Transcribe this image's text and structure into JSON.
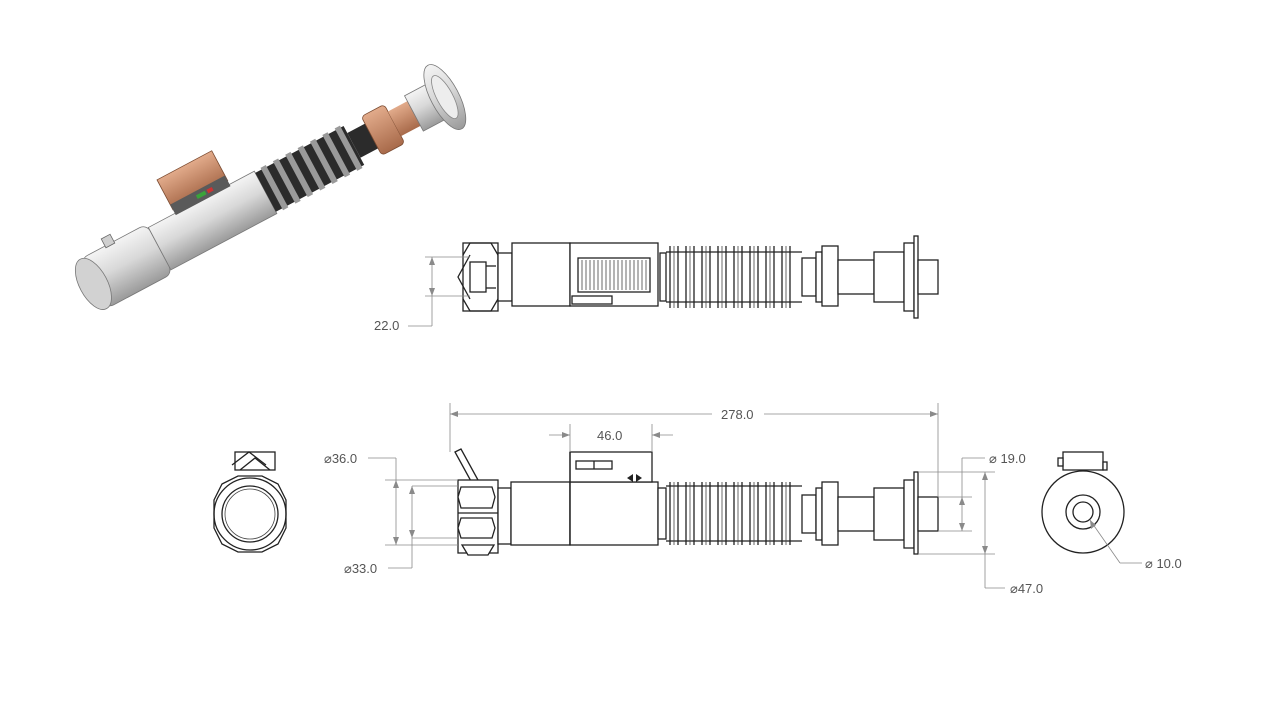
{
  "dimensions": {
    "grip_width": "22.0",
    "overall_length": "278.0",
    "control_box_length": "46.0",
    "emitter_outer_dia": "⌀36.0",
    "emitter_inner_dia": "⌀33.0",
    "pommel_small_dia": "⌀ 19.0",
    "pommel_outer_dia": "⌀47.0",
    "pommel_hole_dia": "⌀ 10.0"
  },
  "colors": {
    "line": "#222222",
    "dimension": "#8a8a8a",
    "copper": "#c98a66",
    "steel_light": "#e6e6e6",
    "steel_mid": "#bdbdbd",
    "steel_dark": "#5a5a5a",
    "grip": "#2b2b2b"
  }
}
